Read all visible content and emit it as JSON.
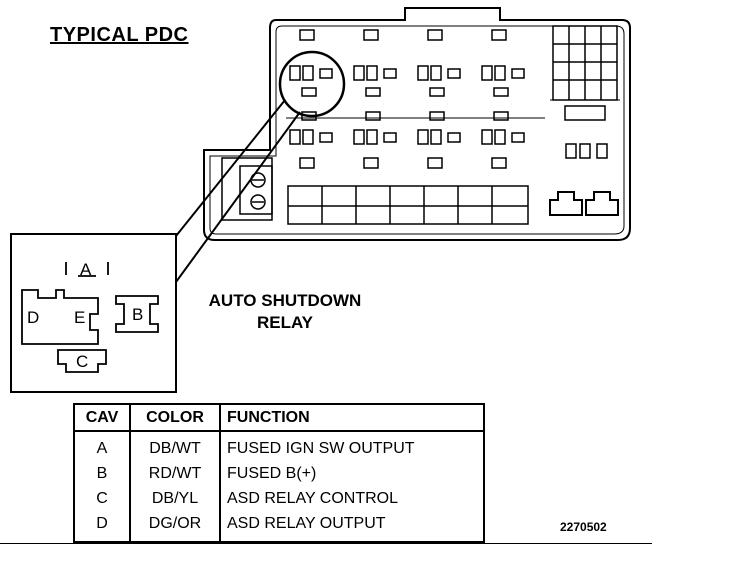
{
  "title": "TYPICAL PDC",
  "relay_label": [
    "AUTO SHUTDOWN",
    "RELAY"
  ],
  "connector_pins": [
    "A",
    "B",
    "C",
    "D",
    "E"
  ],
  "table": {
    "headers": [
      "CAV",
      "COLOR",
      "FUNCTION"
    ],
    "rows": [
      [
        "A",
        "DB/WT",
        "FUSED IGN SW OUTPUT"
      ],
      [
        "B",
        "RD/WT",
        "FUSED B(+)"
      ],
      [
        "C",
        "DB/YL",
        "ASD RELAY CONTROL"
      ],
      [
        "D",
        "DG/OR",
        "ASD RELAY OUTPUT"
      ]
    ]
  },
  "figure_number": "2270502"
}
